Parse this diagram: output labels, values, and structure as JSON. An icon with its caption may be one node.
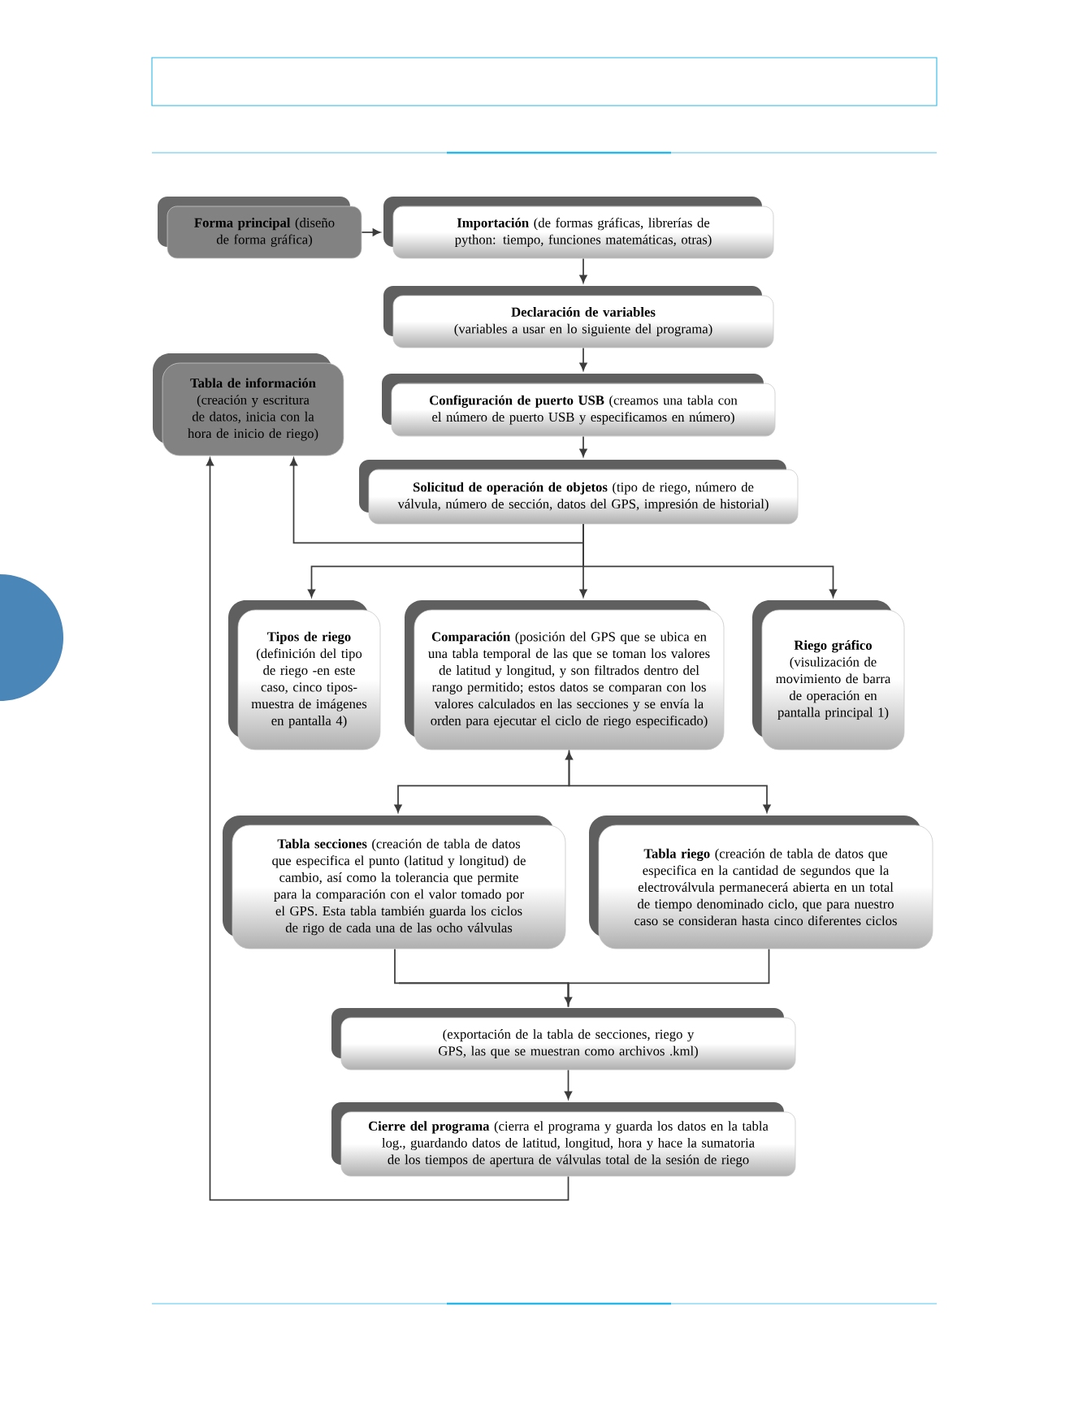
{
  "diagram": {
    "nodes": [
      {
        "text": [
          "**Forma principal** (diseño de forma gráfica)"
        ]
      },
      {
        "text": [
          "**Importación** (de formas gráficas, librerías de python: tiempo, funciones matemáticas, otras)"
        ]
      },
      {
        "text": [
          "Declaración de variables",
          "(variables a usar en lo siguiente del programa)"
        ]
      },
      {
        "text": [
          "**Configuración de puerto USB** (creamos una tabla con el número de puerto USB y especificamos en número)"
        ]
      },
      {
        "text": [
          "**Solicitud de operación de objetos** (tipo de riego, número de válvula, número de sección, datos del GPS, impresión de historial)"
        ]
      },
      {
        "text": [
          "Tabla de información",
          "(creación y escritura de datos, inicia con la hora de inicio de riego)"
        ]
      },
      {
        "text": [
          "Tipos de riego",
          "(definición del tipo de riego -en este caso, cinco tipos- muestra de imágenes en pantalla 4)"
        ]
      },
      {
        "text": [
          "**Comparación** (posición del GPS que se ubica en una tabla temporal de las que se toman los valores de latitud y longitud, y son filtrados dentro del rango permitido; estos datos se comparan con los valores calculados en las secciones y se envía la orden para ejecutar el ciclo de riego especificado)"
        ]
      },
      {
        "text": [
          "Riego gráfico",
          "(visulización de movimiento de barra de operación en pantalla principal 1)"
        ]
      },
      {
        "text": [
          "**Tabla secciones** (creación de tabla de datos que especifica el punto (latitud y longitud) de cambio, así como la tolerancia que permite para la comparación con el valor tomado por el GPS. Esta tabla también guarda los ciclos de rigo de cada una de las ocho válvulas"
        ]
      },
      {
        "text": [
          "**Tabla riego** (creación de tabla de datos que especifica en la cantidad de segundos que la electroválvula permanecerá abierta en un total de tiempo denominado ciclo, que para nuestro caso se consideran hasta cinco diferentes ciclos"
        ]
      },
      {
        "text": [
          "(exportación de la tabla de secciones, riego y GPS, las que se muestran como archivos .kml)"
        ]
      },
      {
        "text": [
          "**Cierre del programa** (cierra el programa y guarda los datos en la tabla log., guardando datos de latitud, longitud, hora y hace la sumatoria de los tiempos de apertura de válvulas total de la sesión de riego"
        ]
      }
    ],
    "edges": [
      {
        "from": 0,
        "to": 1,
        "arrow": "to"
      },
      {
        "from": 1,
        "to": 2,
        "arrow": "to"
      },
      {
        "from": 2,
        "to": 3,
        "arrow": "to"
      },
      {
        "from": 3,
        "to": 4,
        "arrow": "to"
      },
      {
        "from": 4,
        "to": 5,
        "arrow": "to"
      },
      {
        "from": 4,
        "to": 6,
        "arrow": "to"
      },
      {
        "from": 4,
        "to": 7,
        "arrow": "to"
      },
      {
        "from": 4,
        "to": 8,
        "arrow": "to"
      },
      {
        "from": 7,
        "to": 9,
        "arrow": "both"
      },
      {
        "from": 7,
        "to": 10,
        "arrow": "to"
      },
      {
        "from": 9,
        "to": 11,
        "arrow": "to"
      },
      {
        "from": 10,
        "to": 11,
        "arrow": "to"
      },
      {
        "from": 11,
        "to": 12,
        "arrow": "to"
      },
      {
        "from": 12,
        "to": 5,
        "arrow": "to"
      }
    ]
  }
}
